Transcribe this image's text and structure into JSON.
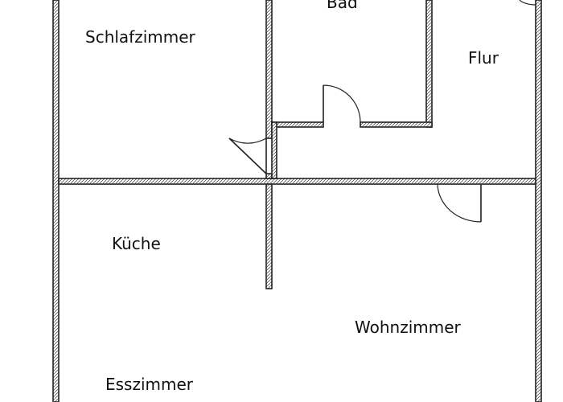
{
  "plan": {
    "rooms": [
      {
        "id": "schlafzimmer",
        "label": "Schlafzimmer"
      },
      {
        "id": "bad",
        "label": "Bad"
      },
      {
        "id": "flur",
        "label": "Flur"
      },
      {
        "id": "kueche",
        "label": "Küche"
      },
      {
        "id": "wohnzimmer",
        "label": "Wohnzimmer"
      },
      {
        "id": "esszimmer",
        "label": "Esszimmer"
      }
    ],
    "colors": {
      "wall": "#222222",
      "background": "#ffffff"
    }
  }
}
